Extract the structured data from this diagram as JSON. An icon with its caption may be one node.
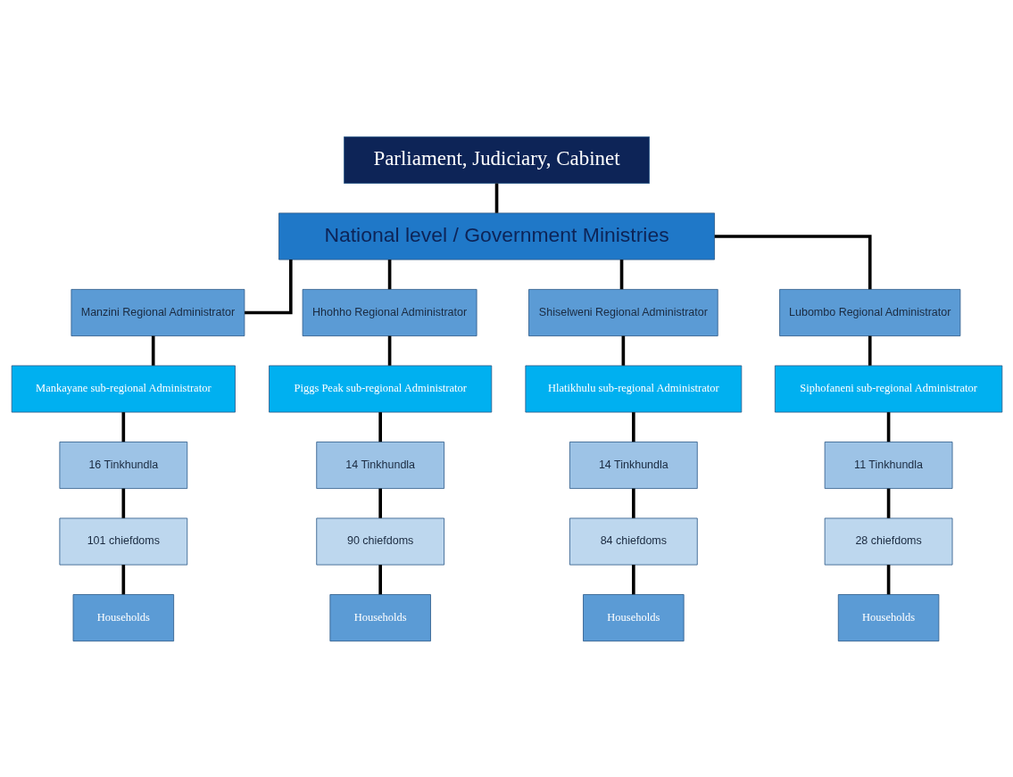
{
  "diagram": {
    "nodes": [
      {
        "text": [
          "Parliament, Judiciary, Cabinet"
        ]
      },
      {
        "text": [
          "National level / Government Ministries"
        ]
      },
      {
        "text": [
          "Manzini Regional Administrator"
        ]
      },
      {
        "text": [
          "Hhohho Regional Administrator"
        ]
      },
      {
        "text": [
          "Shiselweni Regional Administrator"
        ]
      },
      {
        "text": [
          "Lubombo Regional Administrator"
        ]
      },
      {
        "text": [
          "Mankayane sub-regional Administrator"
        ]
      },
      {
        "text": [
          "Piggs Peak sub-regional Administrator"
        ]
      },
      {
        "text": [
          "Hlatikhulu sub-regional Administrator"
        ]
      },
      {
        "text": [
          "Siphofaneni sub-regional Administrator"
        ]
      },
      {
        "text": [
          "16 Tinkhundla"
        ]
      },
      {
        "text": [
          "14 Tinkhundla"
        ]
      },
      {
        "text": [
          "14 Tinkhundla"
        ]
      },
      {
        "text": [
          "11 Tinkhundla"
        ]
      },
      {
        "text": [
          "101 chiefdoms"
        ]
      },
      {
        "text": [
          "90 chiefdoms"
        ]
      },
      {
        "text": [
          "84 chiefdoms"
        ]
      },
      {
        "text": [
          "28 chiefdoms"
        ]
      },
      {
        "text": [
          "Households"
        ]
      },
      {
        "text": [
          "Households"
        ]
      },
      {
        "text": [
          "Households"
        ]
      },
      {
        "text": [
          "Households"
        ]
      }
    ],
    "edges": [
      {
        "from": 0,
        "to": 1,
        "arrow": "none"
      },
      {
        "from": 1,
        "to": 2,
        "arrow": "none"
      },
      {
        "from": 1,
        "to": 3,
        "arrow": "none"
      },
      {
        "from": 1,
        "to": 4,
        "arrow": "none"
      },
      {
        "from": 1,
        "to": 5,
        "arrow": "none"
      },
      {
        "from": 2,
        "to": 6,
        "arrow": "none"
      },
      {
        "from": 3,
        "to": 7,
        "arrow": "none"
      },
      {
        "from": 4,
        "to": 8,
        "arrow": "none"
      },
      {
        "from": 5,
        "to": 9,
        "arrow": "none"
      },
      {
        "from": 6,
        "to": 10,
        "arrow": "none"
      },
      {
        "from": 7,
        "to": 11,
        "arrow": "none"
      },
      {
        "from": 8,
        "to": 12,
        "arrow": "none"
      },
      {
        "from": 9,
        "to": 13,
        "arrow": "none"
      },
      {
        "from": 10,
        "to": 14,
        "arrow": "none"
      },
      {
        "from": 11,
        "to": 15,
        "arrow": "none"
      },
      {
        "from": 12,
        "to": 16,
        "arrow": "none"
      },
      {
        "from": 13,
        "to": 17,
        "arrow": "none"
      },
      {
        "from": 14,
        "to": 18,
        "arrow": "none"
      },
      {
        "from": 15,
        "to": 19,
        "arrow": "none"
      },
      {
        "from": 16,
        "to": 20,
        "arrow": "none"
      },
      {
        "from": 17,
        "to": 21,
        "arrow": "none"
      }
    ]
  }
}
